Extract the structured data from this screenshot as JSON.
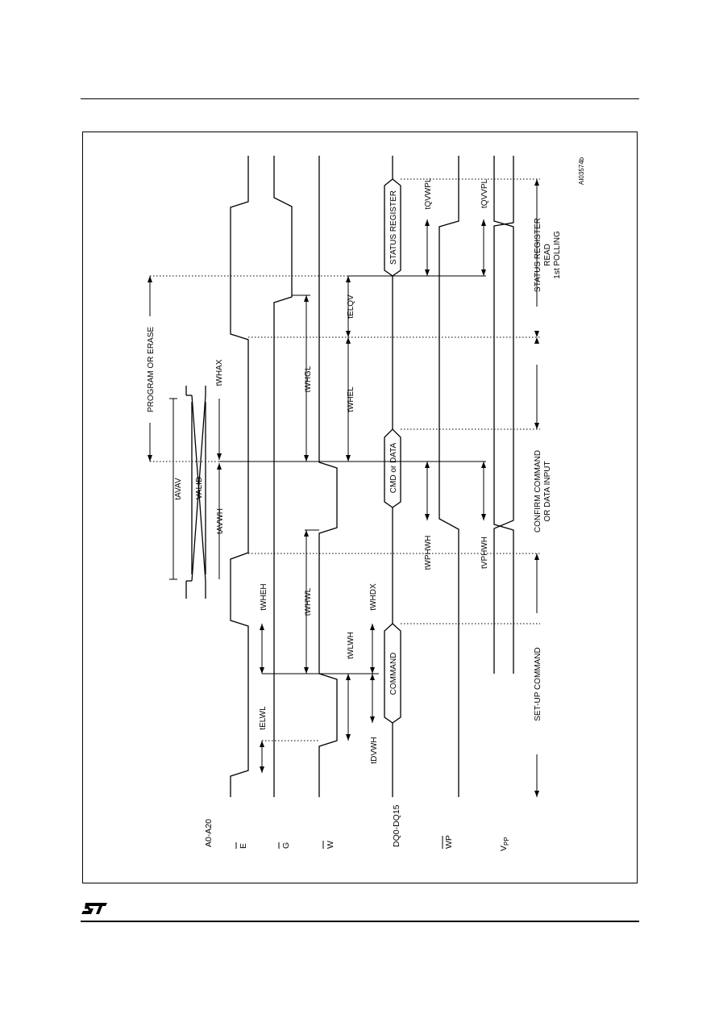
{
  "figure_id": "AI03574b",
  "signals": {
    "addr": "A0-A20",
    "e": "E",
    "g": "G",
    "w": "W",
    "dq": "DQ0-DQ15",
    "wp": "WP",
    "vpp_base": "V",
    "vpp_sub": "PP"
  },
  "bus_labels": {
    "valid": "VALID",
    "command": "COMMAND",
    "cmd_data": "CMD or DATA",
    "status": "STATUS REGISTER"
  },
  "timings": {
    "tAVAV": "tAVAV",
    "tWHAX": "tWHAX",
    "tAVWH": "tAVWH",
    "tWHEH": "tWHEH",
    "tELWL": "tELWL",
    "tWHGL": "tWHGL",
    "tWHWL": "tWHWL",
    "tWHEL": "tWHEL",
    "tWLWH": "tWLWH",
    "tELQV": "tELQV",
    "tWHDX": "tWHDX",
    "tDVWH": "tDVWH",
    "tQVWPL": "tQVWPL",
    "tWPHWH": "tWPHWH",
    "tQVVPL": "tQVVPL",
    "tVPHWH": "tVPHWH"
  },
  "phases": {
    "setup": "SET-UP COMMAND",
    "confirm_1": "CONFIRM COMMAND",
    "confirm_2": "OR DATA INPUT",
    "status_1": "STATUS REGISTER",
    "status_2": "READ",
    "status_3": "1st POLLING",
    "program_erase": "PROGRAM OR ERASE"
  }
}
